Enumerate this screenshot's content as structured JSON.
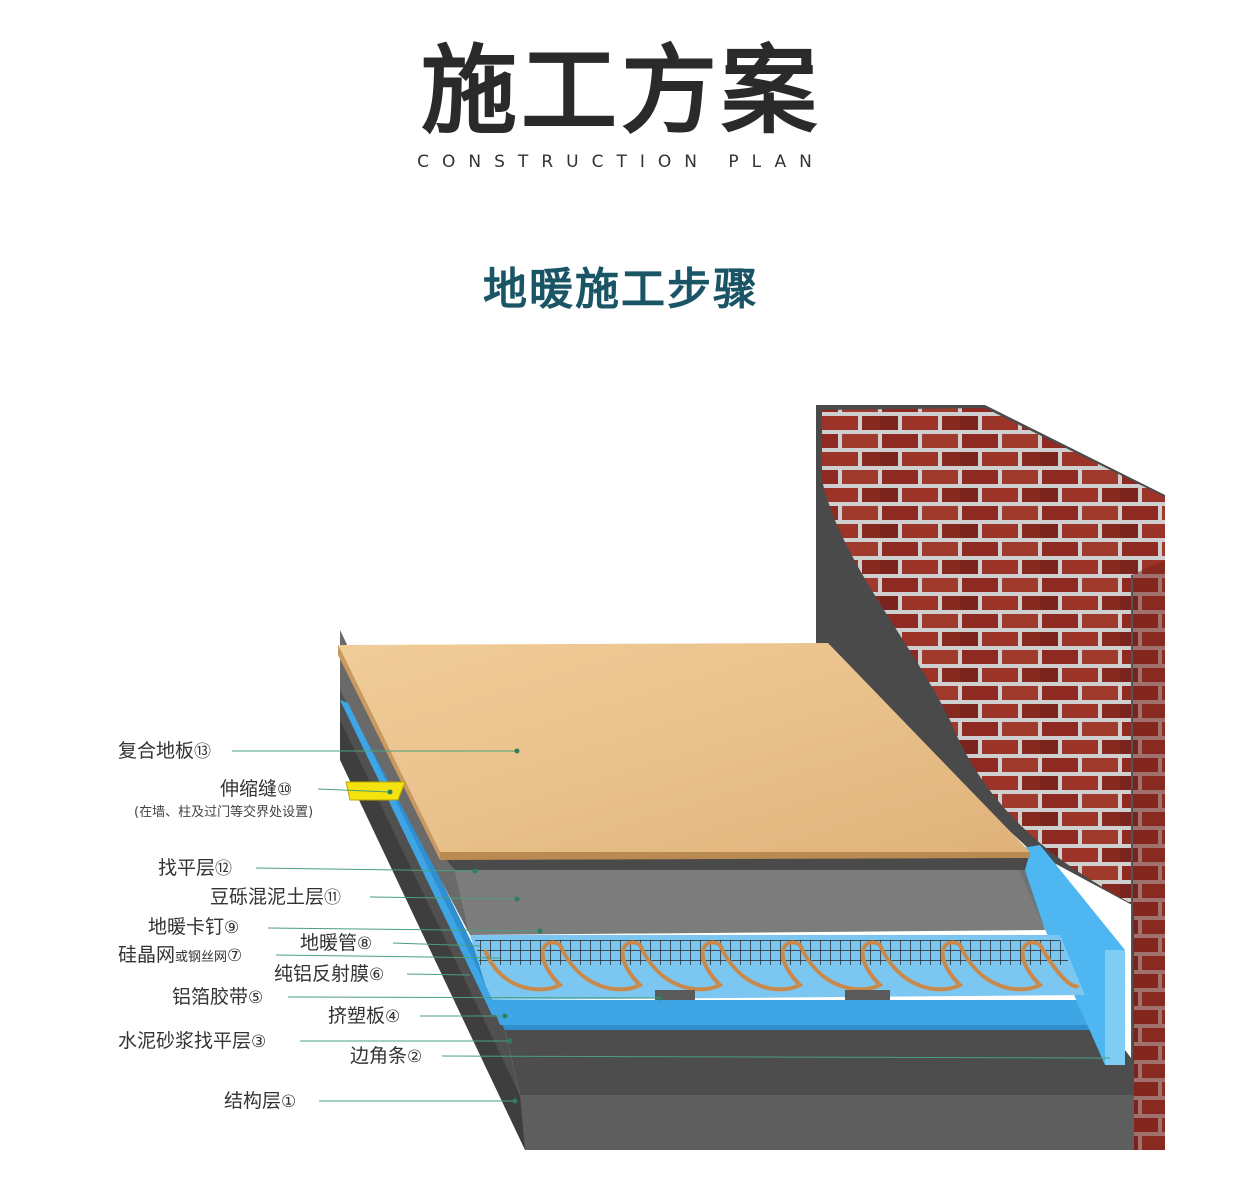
{
  "header": {
    "title": "施工方案",
    "subtitle": "CONSTRUCTION PLAN",
    "section_title": "地暖施工步骤"
  },
  "layers": [
    {
      "name": "复合地板",
      "num": "⑬"
    },
    {
      "name": "伸缩缝",
      "num": "⑩",
      "note": "(在墙、柱及过门等交界处设置)"
    },
    {
      "name": "找平层",
      "num": "⑫"
    },
    {
      "name": "豆砾混泥土层",
      "num": "⑪"
    },
    {
      "name": "地暖卡钉",
      "num": "⑨"
    },
    {
      "name": "地暖管",
      "num": "⑧"
    },
    {
      "name": "硅晶网",
      "name_small": "或钢丝网",
      "num": "⑦"
    },
    {
      "name": "纯铝反射膜",
      "num": "⑥"
    },
    {
      "name": "铝箔胶带",
      "num": "⑤"
    },
    {
      "name": "挤塑板",
      "num": "④"
    },
    {
      "name": "水泥砂浆找平层",
      "num": "③"
    },
    {
      "name": "边角条",
      "num": "②"
    },
    {
      "name": "结构层",
      "num": "①"
    }
  ],
  "colors": {
    "wood": "#e8c08a",
    "brick": "#8e2a22",
    "mortar": "#cfcfcf",
    "concrete": "#5a5a5a",
    "insulation_blue": "#3fa6e6",
    "pipe": "#c8894a",
    "title_teal": "#1a5566"
  }
}
